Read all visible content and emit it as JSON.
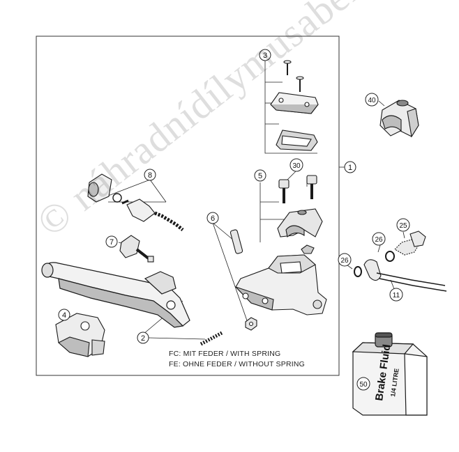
{
  "callouts": [
    {
      "id": "callout-1",
      "label": "1"
    },
    {
      "id": "callout-2",
      "label": "2"
    },
    {
      "id": "callout-3",
      "label": "3"
    },
    {
      "id": "callout-4",
      "label": "4"
    },
    {
      "id": "callout-5",
      "label": "5"
    },
    {
      "id": "callout-6",
      "label": "6"
    },
    {
      "id": "callout-7",
      "label": "7"
    },
    {
      "id": "callout-8",
      "label": "8"
    },
    {
      "id": "callout-11",
      "label": "11"
    },
    {
      "id": "callout-25",
      "label": "25"
    },
    {
      "id": "callout-26a",
      "label": "26"
    },
    {
      "id": "callout-26b",
      "label": "26"
    },
    {
      "id": "callout-30",
      "label": "30"
    },
    {
      "id": "callout-40",
      "label": "40"
    },
    {
      "id": "callout-50",
      "label": "50"
    }
  ],
  "notes": {
    "fc": "FC:  MIT FEDER / WITH SPRING",
    "fe": "FE:  OHNE FEDER / WITHOUT SPRING"
  },
  "bottle": {
    "label_main": "Brake Fluid",
    "label_sub": "1/4 LITRE"
  },
  "watermark": "© náhradnídílymusaberg.cz",
  "colors": {
    "line": "#1a1a1a",
    "part_fill": "#f2f2f2",
    "part_shade": "#bdbdbd"
  }
}
